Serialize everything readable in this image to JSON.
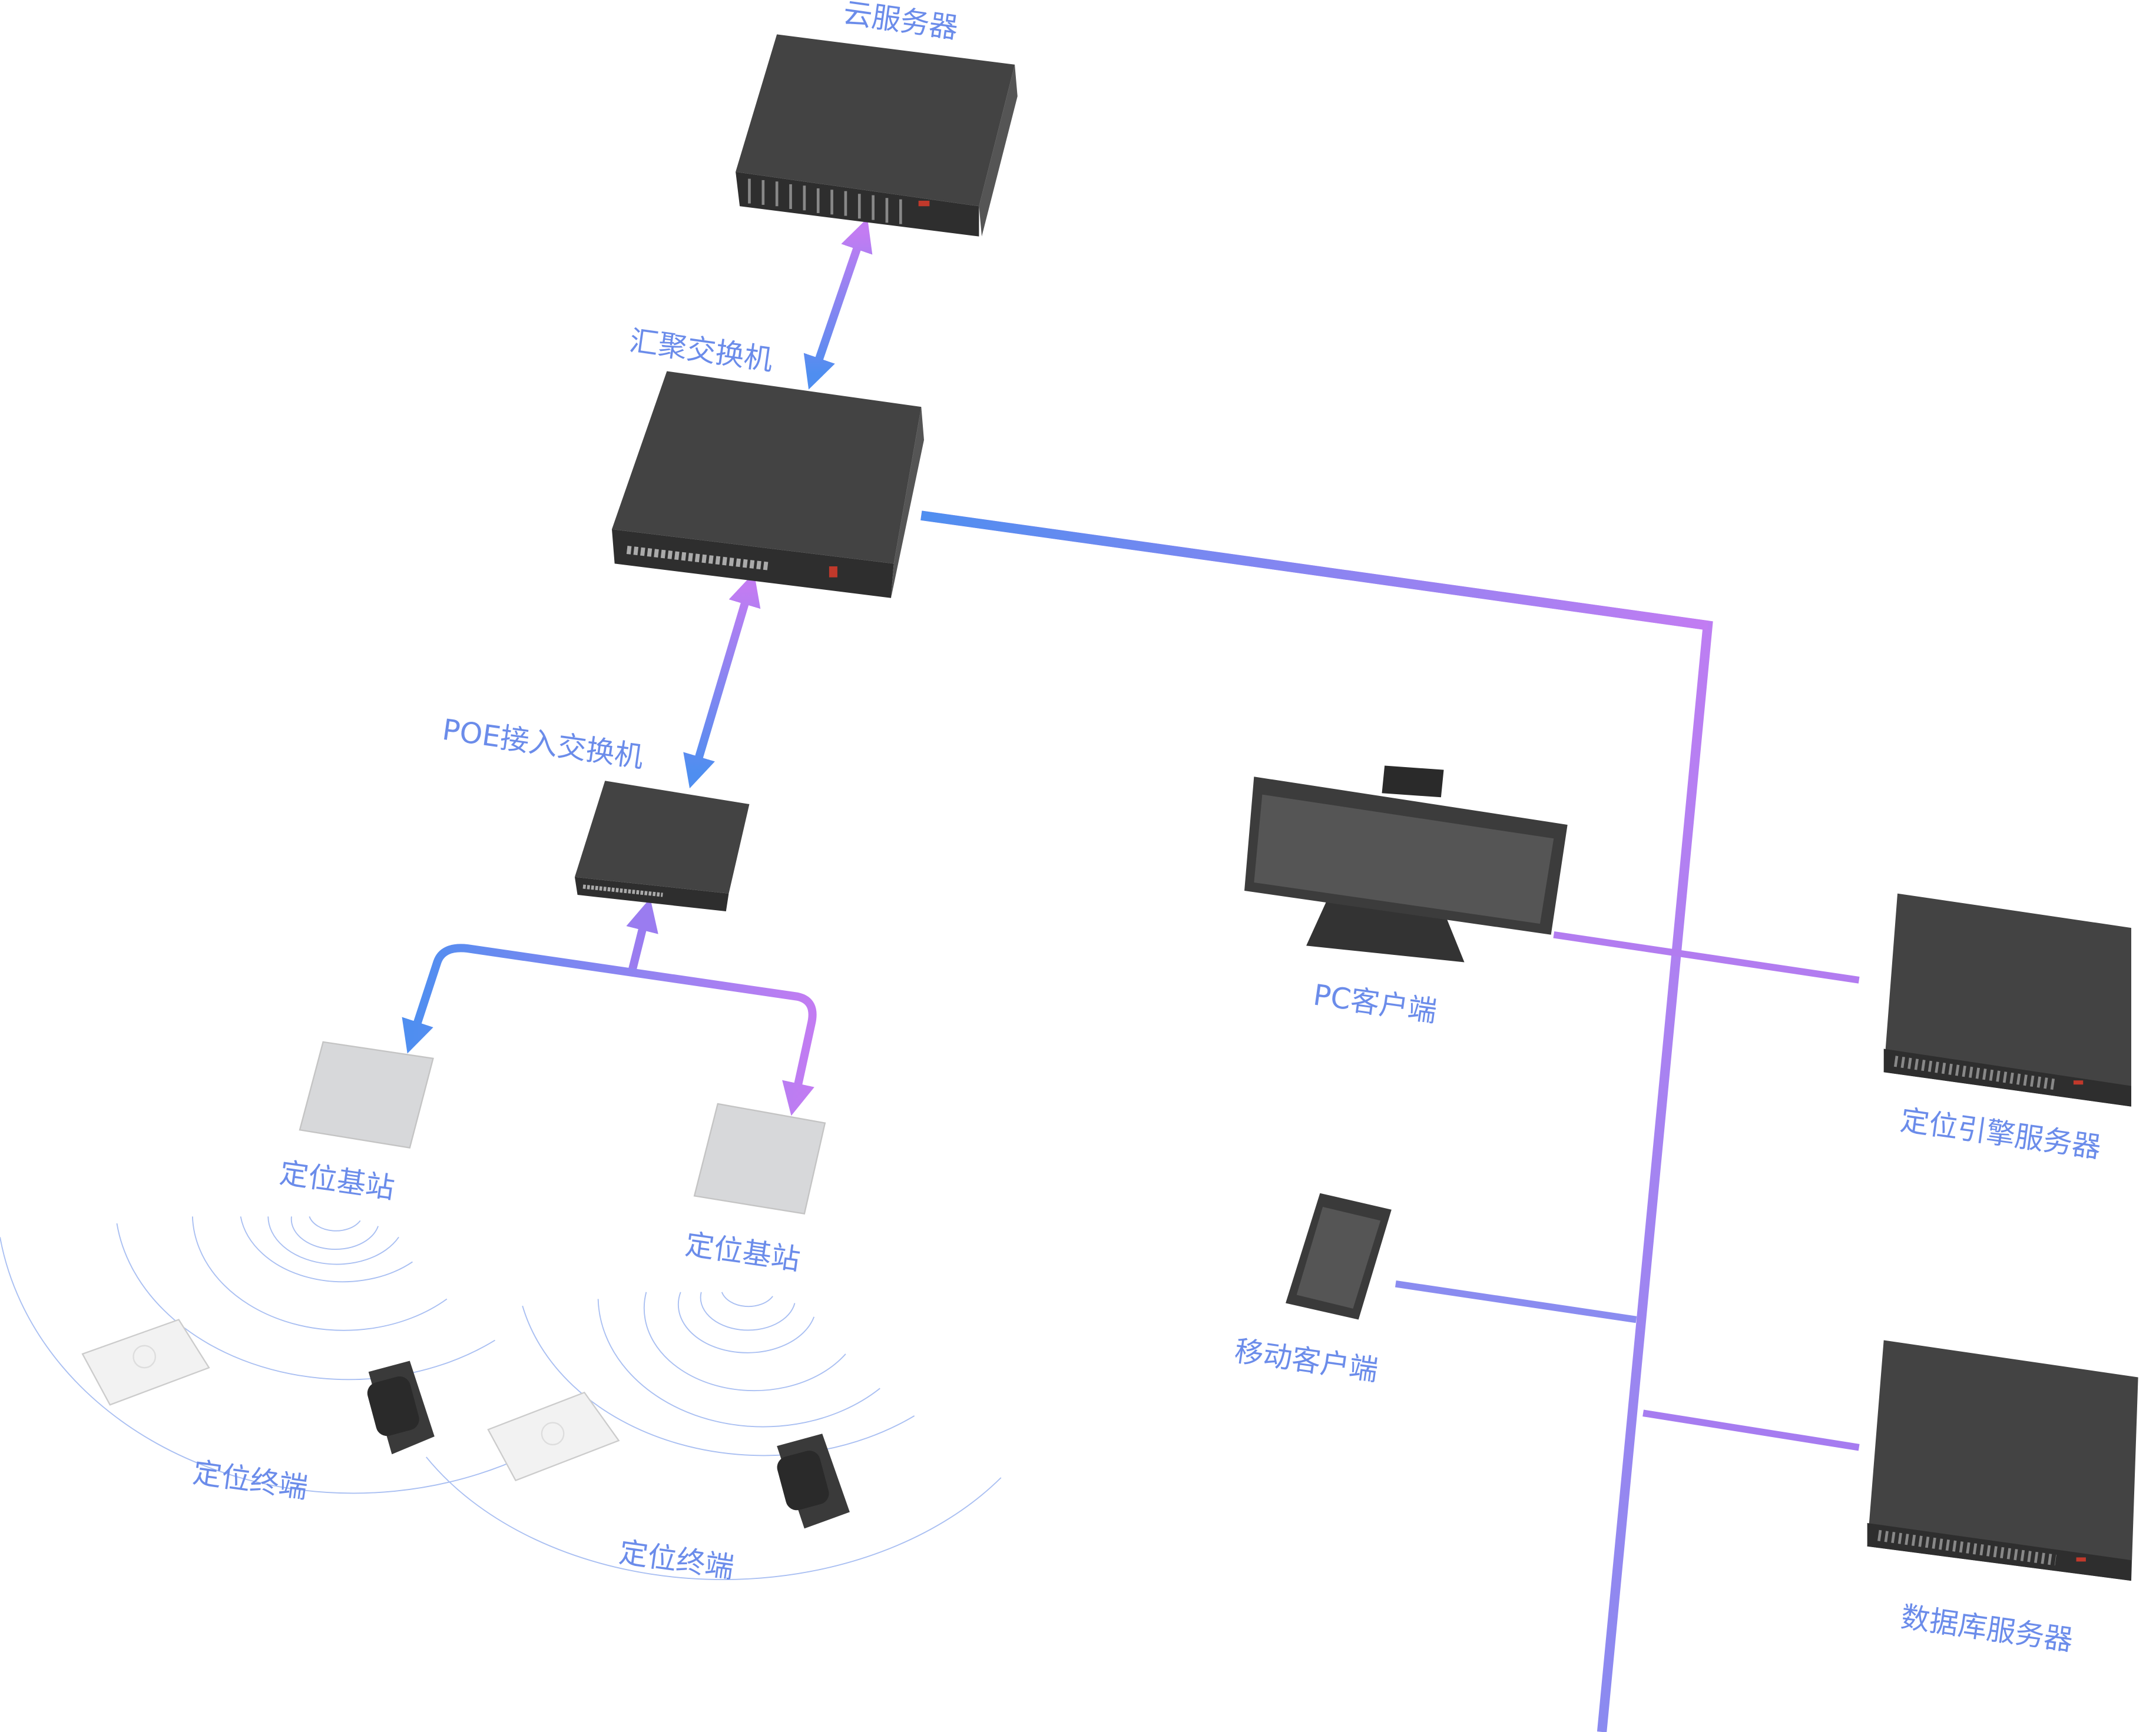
{
  "nodes": {
    "cloud_server": "云服务器",
    "aggregation_switch": "汇聚交换机",
    "poe_switch": "POE接入交换机",
    "base_station_1": "定位基站",
    "base_station_2": "定位基站",
    "terminal_1": "定位终端",
    "terminal_2": "定位终端",
    "pc_client": "PC客户端",
    "mobile_client": "移动客户端",
    "engine_server": "定位引擎服务器",
    "db_server": "数据库服务器"
  },
  "colors": {
    "label": "#6b8cea",
    "link_start": "#4f8ef0",
    "link_end": "#c27cf2",
    "device": "#434343"
  }
}
